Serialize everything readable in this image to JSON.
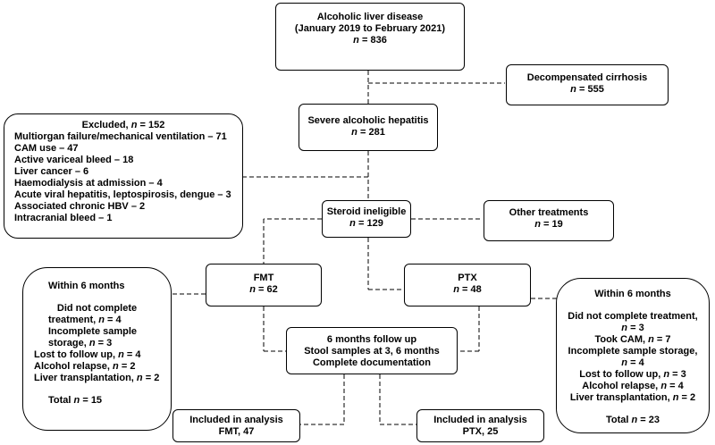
{
  "boxes": {
    "ald": {
      "title": "Alcoholic liver disease",
      "dates": "(January 2019 to February 2021)",
      "n_label": "n",
      "n_value": "836"
    },
    "decomp": {
      "title": "Decompensated cirrhosis",
      "n_label": "n",
      "n_value": "555"
    },
    "sah": {
      "title": "Severe alcoholic hepatitis",
      "n_label": "n",
      "n_value": "281"
    },
    "excluded": {
      "title": "Excluded,",
      "n_label": "n",
      "n_value": "152",
      "items": [
        "Multiorgan failure/mechanical ventilation – 71",
        "CAM use – 47",
        "Active variceal bleed – 18",
        "Liver cancer – 6",
        "Haemodialysis at admission – 4",
        "Acute viral hepatitis, leptospirosis, dengue – 3",
        "Associated chronic HBV – 2",
        "Intracranial bleed – 1"
      ]
    },
    "steroid": {
      "title": "Steroid ineligible",
      "n_label": "n",
      "n_value": "129"
    },
    "other": {
      "title": "Other treatments",
      "n_label": "n",
      "n_value": "19"
    },
    "fmt": {
      "title": "FMT",
      "n_label": "n",
      "n_value": "62"
    },
    "ptx": {
      "title": "PTX",
      "n_label": "n",
      "n_value": "48"
    },
    "followup": {
      "line1": "6 months follow up",
      "line2": "Stool samples at 3, 6 months",
      "line3": "Complete documentation"
    },
    "fmt_losses": {
      "title": "Within 6 months",
      "did_not_complete_1": "Did not complete",
      "did_not_complete_2": "treatment,",
      "did_not_complete_n": "4",
      "incomplete_1": "Incomplete sample",
      "incomplete_2": "storage,",
      "incomplete_n": "3",
      "lost": "Lost to follow up,",
      "lost_n": "4",
      "relapse": "Alcohol relapse,",
      "relapse_n": "2",
      "transplant": "Liver transplantation,",
      "transplant_n": "2",
      "total": "Total",
      "total_n": "15",
      "n_label": "n"
    },
    "ptx_losses": {
      "title": "Within 6 months",
      "did_not_complete_1": "Did not complete treatment,",
      "did_not_complete_n": "3",
      "cam": "Took CAM,",
      "cam_n": "7",
      "incomplete_1": "Incomplete sample storage,",
      "incomplete_n": "4",
      "lost": "Lost to follow up,",
      "lost_n": "3",
      "relapse": "Alcohol relapse,",
      "relapse_n": "4",
      "transplant": "Liver transplantation,",
      "transplant_n": "2",
      "total": "Total",
      "total_n": "23",
      "n_label": "n"
    },
    "fmt_included": {
      "line1": "Included in analysis",
      "line2": "FMT, 47"
    },
    "ptx_included": {
      "line1": "Included in analysis",
      "line2": "PTX, 25"
    }
  }
}
